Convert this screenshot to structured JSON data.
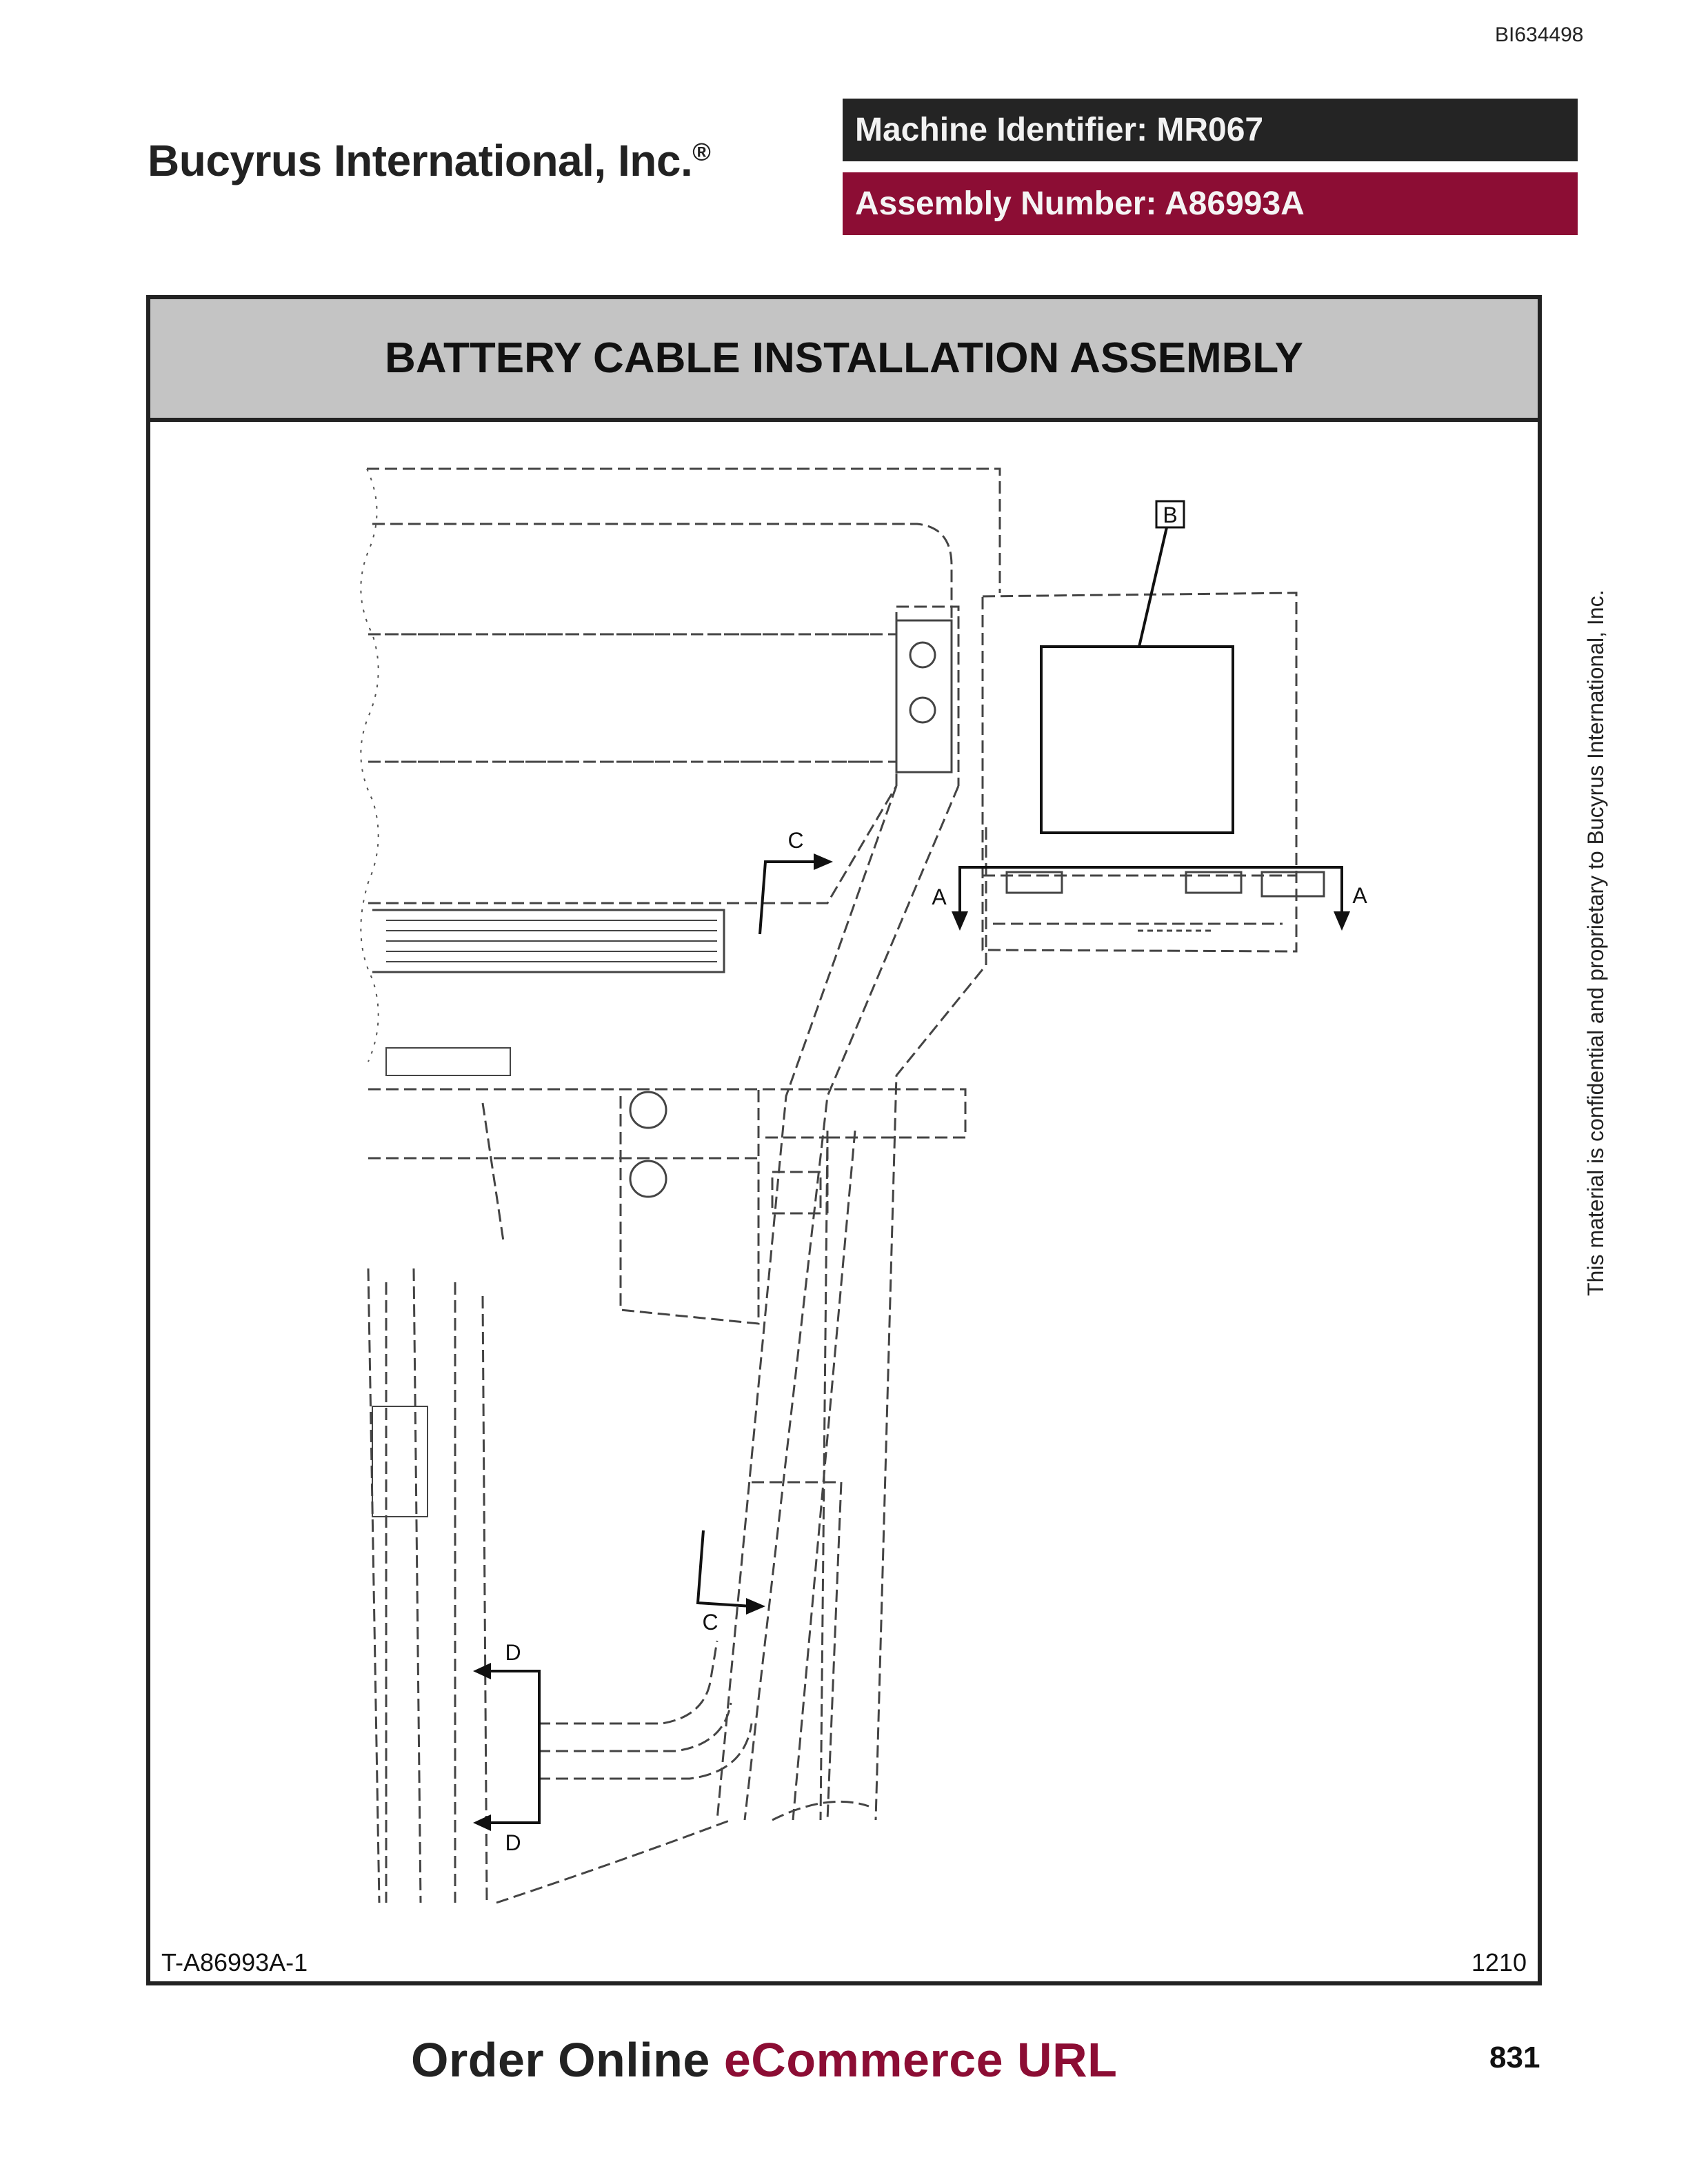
{
  "header": {
    "doc_id": "BI634498",
    "company": "Bucyrus International, Inc.",
    "registered_mark": "®",
    "machine_identifier": "Machine Identifier: MR067",
    "assembly_number": "Assembly Number: A86993A"
  },
  "title": "BATTERY CABLE INSTALLATION ASSEMBLY",
  "drawing": {
    "callouts": {
      "b": "B",
      "a_left": "A",
      "a_right": "A",
      "c_top": "C",
      "c_bottom": "C",
      "d_top": "D",
      "d_bottom": "D"
    },
    "reference": "T-A86993A-1",
    "code": "1210"
  },
  "side_note": "This material is confidential and proprietary to Bucyrus International, Inc.",
  "footer": {
    "order_text": "Order Online",
    "ecommerce_text": "eCommerce URL",
    "page_number": "831"
  },
  "colors": {
    "brand_red": "#8c0d34",
    "dark_bar": "#242424",
    "title_band": "#c4c4c4"
  }
}
